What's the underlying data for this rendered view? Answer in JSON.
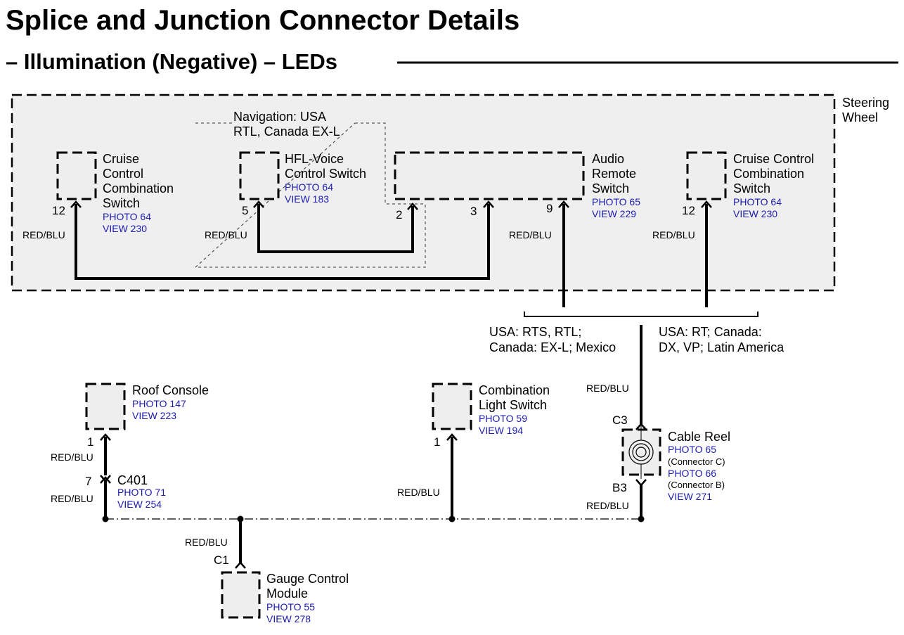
{
  "title": "Splice and Junction Connector Details",
  "subtitle": "– Illumination (Negative) – LEDs",
  "region": {
    "label_line1": "Steering",
    "label_line2": "Wheel"
  },
  "option_box": {
    "line1": "Navigation: USA",
    "line2": "RTL, Canada EX-L"
  },
  "components": {
    "cruise_left": {
      "line1": "Cruise",
      "line2": "Control",
      "line3": "Combination",
      "line4": "Switch",
      "photo": "PHOTO 64",
      "view": "VIEW 230",
      "pin": "12"
    },
    "hfl_voice": {
      "line1": "HFL-Voice",
      "line2": "Control Switch",
      "photo": "PHOTO 64",
      "view": "VIEW 183",
      "pin": "5"
    },
    "audio_remote": {
      "line1": "Audio",
      "line2": "Remote",
      "line3": "Switch",
      "photo": "PHOTO 65",
      "view": "VIEW 229",
      "pin_a": "2",
      "pin_b": "3",
      "pin_c": "9"
    },
    "cruise_right": {
      "line1": "Cruise Control",
      "line2": "Combination",
      "line3": "Switch",
      "photo": "PHOTO 64",
      "view": "VIEW 230",
      "pin": "12"
    },
    "roof_console": {
      "line1": "Roof Console",
      "photo": "PHOTO 147",
      "view": "VIEW 223",
      "pin": "1"
    },
    "c401": {
      "label": "C401",
      "photo": "PHOTO 71",
      "view": "VIEW 254",
      "pin": "7"
    },
    "combination_light": {
      "line1": "Combination",
      "line2": "Light Switch",
      "photo": "PHOTO 59",
      "view": "VIEW 194",
      "pin": "1"
    },
    "cable_reel": {
      "line1": "Cable Reel",
      "photo1": "PHOTO 65",
      "note1": "(Connector C)",
      "photo2": "PHOTO 66",
      "note2": "(Connector B)",
      "view": "VIEW 271",
      "pin_top": "C3",
      "pin_bottom": "B3"
    },
    "gauge_control": {
      "line1": "Gauge Control",
      "line2": "Module",
      "photo": "PHOTO 55",
      "view": "VIEW 278",
      "pin": "C1"
    }
  },
  "variants": {
    "left_line1": "USA: RTS, RTL;",
    "left_line2": "Canada: EX-L; Mexico",
    "right_line1": "USA: RT; Canada:",
    "right_line2": "DX, VP; Latin America"
  },
  "wire_color": "RED/BLU"
}
